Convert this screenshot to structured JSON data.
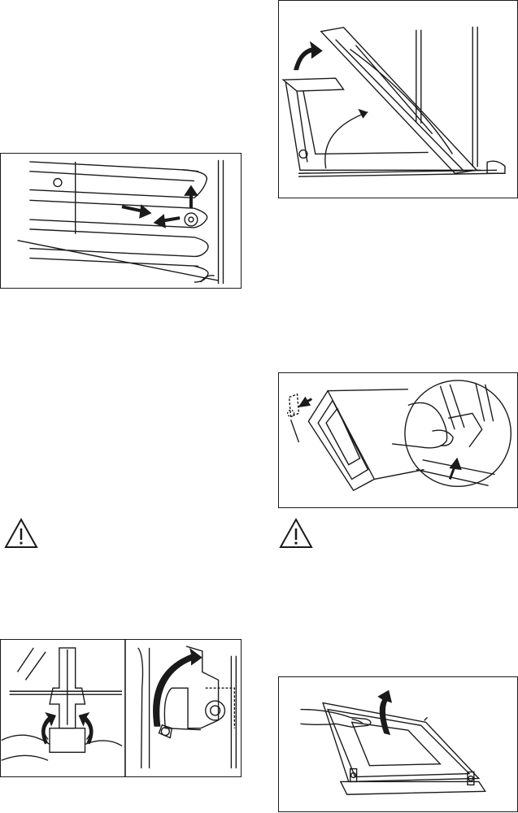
{
  "figures": [
    {
      "id": "shelf-support",
      "icon": "shelf-support-removal-diagram"
    },
    {
      "id": "door-open",
      "icon": "oven-door-open-diagram"
    },
    {
      "id": "glass-panel",
      "icon": "door-glass-removal-diagram"
    },
    {
      "id": "hinge-lever",
      "icon": "door-hinge-lever-diagram"
    },
    {
      "id": "inner-panel",
      "icon": "inner-glass-panel-lift-diagram"
    }
  ],
  "warnings": [
    {
      "id": "warning-left",
      "icon": "warning-triangle-icon"
    },
    {
      "id": "warning-right",
      "icon": "warning-triangle-icon"
    }
  ],
  "colors": {
    "line": "#1a1a1a",
    "background": "#ffffff"
  }
}
